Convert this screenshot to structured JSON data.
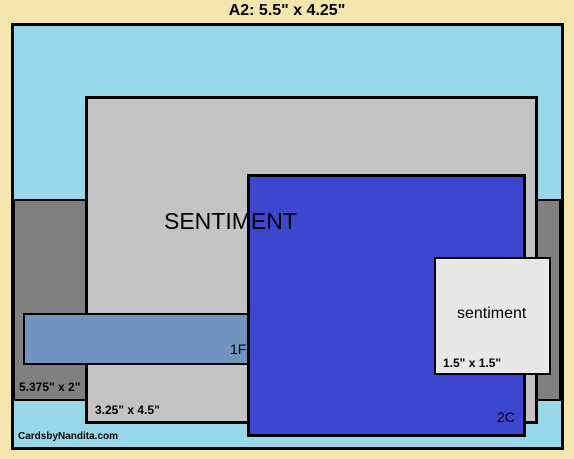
{
  "title": "A2: 5.5\" x 4.25\"",
  "labels": {
    "sentiment_large": "SENTIMENT",
    "sentiment_small": "sentiment",
    "strip_code": "1F",
    "square_code": "2C"
  },
  "dimensions": {
    "band": "5.375\" x 2\"",
    "panel": "3.25\" x 4.5\"",
    "tag": "1.5\" x 1.5\""
  },
  "credit": "CardsbyNandita.com",
  "colors": {
    "background": "#f3e5ab",
    "card": "#99d8e8",
    "band": "#808080",
    "panel": "#c3c3c3",
    "strip": "#7193c0",
    "square": "#3d46cf",
    "tag": "#e8e8e8"
  }
}
